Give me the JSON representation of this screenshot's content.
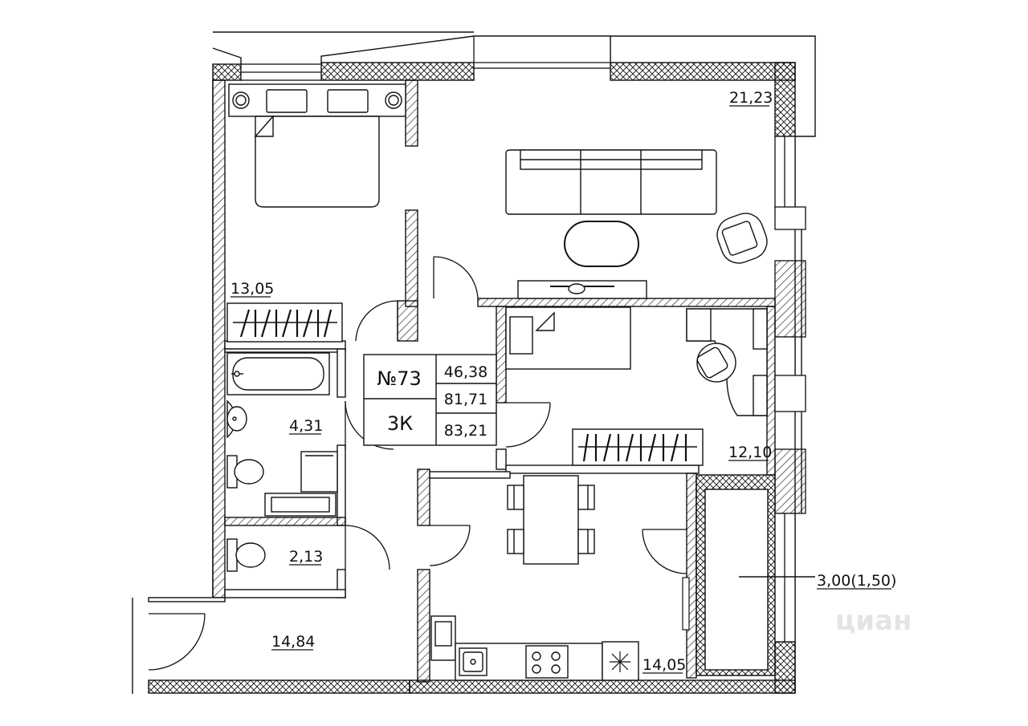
{
  "apartment": {
    "number": "№73",
    "type": "3К",
    "living_area": "46,38",
    "total_area": "81,71",
    "total_area_with_balcony": "83,21"
  },
  "rooms": {
    "bedroom_area": "13,05",
    "living_room_area": "21,23",
    "study_area": "12,10",
    "bathroom_area": "4,31",
    "wc_area": "2,13",
    "hallway_area": "14,84",
    "kitchen_area": "14,05"
  },
  "balcony": {
    "area_label": "3,00(1,50)"
  },
  "watermark": "циан"
}
